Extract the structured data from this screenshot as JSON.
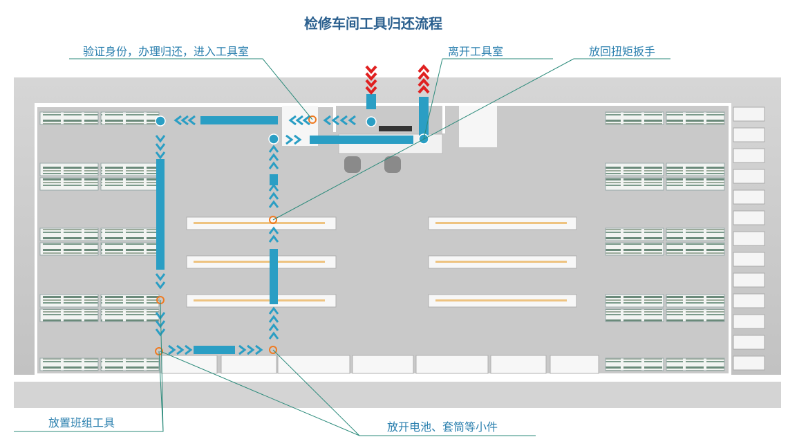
{
  "title": "检修车间工具归还流程",
  "callouts": {
    "verify": "验证身份，办理归还，进入工具室",
    "leave": "离开工具室",
    "torque": "放回扭矩扳手",
    "team_tools": "放置班组工具",
    "small_parts": "放开电池、套筒等小件"
  },
  "colors": {
    "flow": "#2a9ec4",
    "exit_arrow": "#e02020",
    "marker": "#f07a20",
    "callout_line": "#2a8a7a",
    "title": "#2a5f8e"
  }
}
